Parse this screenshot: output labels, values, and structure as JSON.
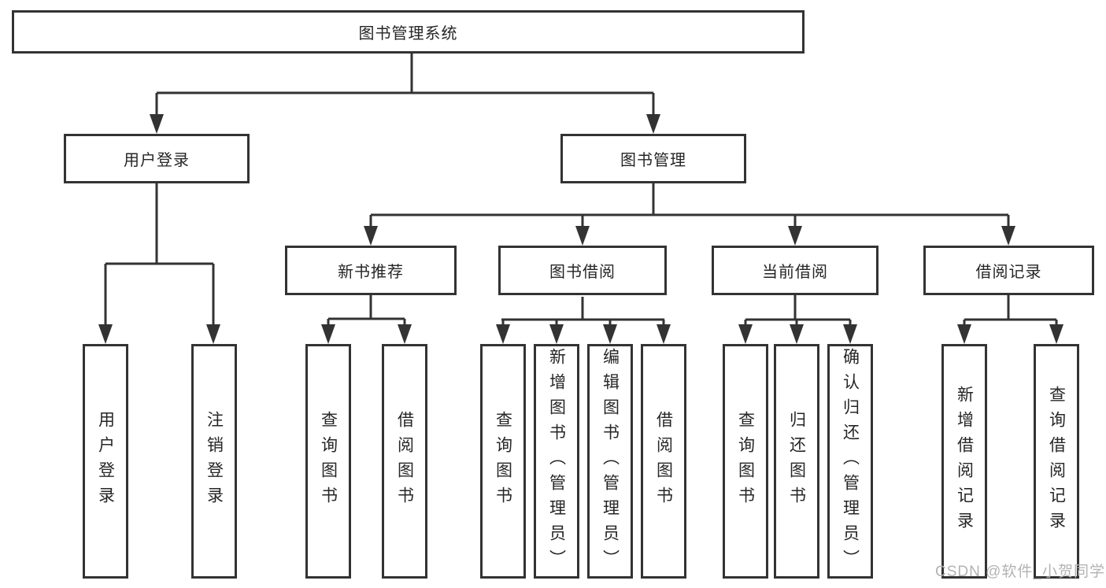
{
  "diagram": {
    "root": {
      "label": "图书管理系统"
    },
    "level2": [
      {
        "label": "用户登录"
      },
      {
        "label": "图书管理"
      }
    ],
    "level3": [
      {
        "label": "新书推荐"
      },
      {
        "label": "图书借阅"
      },
      {
        "label": "当前借阅"
      },
      {
        "label": "借阅记录"
      }
    ],
    "leaves": {
      "user_login": [
        "用户登录",
        "注销登录"
      ],
      "new_book_recommend": [
        "查询图书",
        "借阅图书"
      ],
      "book_borrow": [
        "查询图书",
        "新增图书（管理员）",
        "编辑图书（管理员）",
        "借阅图书"
      ],
      "current_borrow": [
        "查询图书",
        "归还图书",
        "确认归还（管理员）"
      ],
      "borrow_records": [
        "新增借阅记录",
        "查询借阅记录"
      ]
    },
    "colors": {
      "line": "#333333",
      "text": "#262626",
      "watermark": "#b3b3b3",
      "background": "#ffffff"
    },
    "watermark": {
      "text": "CSDN @软件_小贺同学"
    }
  }
}
